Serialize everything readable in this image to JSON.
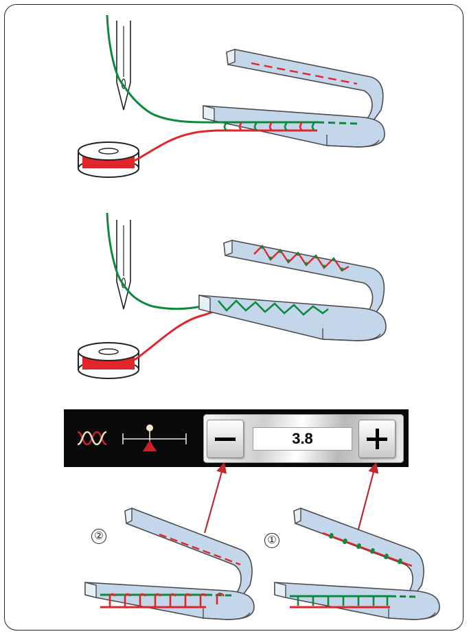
{
  "tension_control": {
    "value": "3.8",
    "decrease_label": "−",
    "increase_label": "+",
    "icons": [
      "thread-tension-icon",
      "tension-slider-icon"
    ]
  },
  "callouts": {
    "marker_decrease": "②",
    "marker_increase": "①"
  },
  "colors": {
    "needle_thread": "#0a8a3a",
    "bobbin_thread": "#e0262a",
    "fabric_fill": "#c3d6ea",
    "fabric_edge": "#4a4a4a",
    "panel_background": "#0a0a0a",
    "arrow": "#c0282d"
  }
}
